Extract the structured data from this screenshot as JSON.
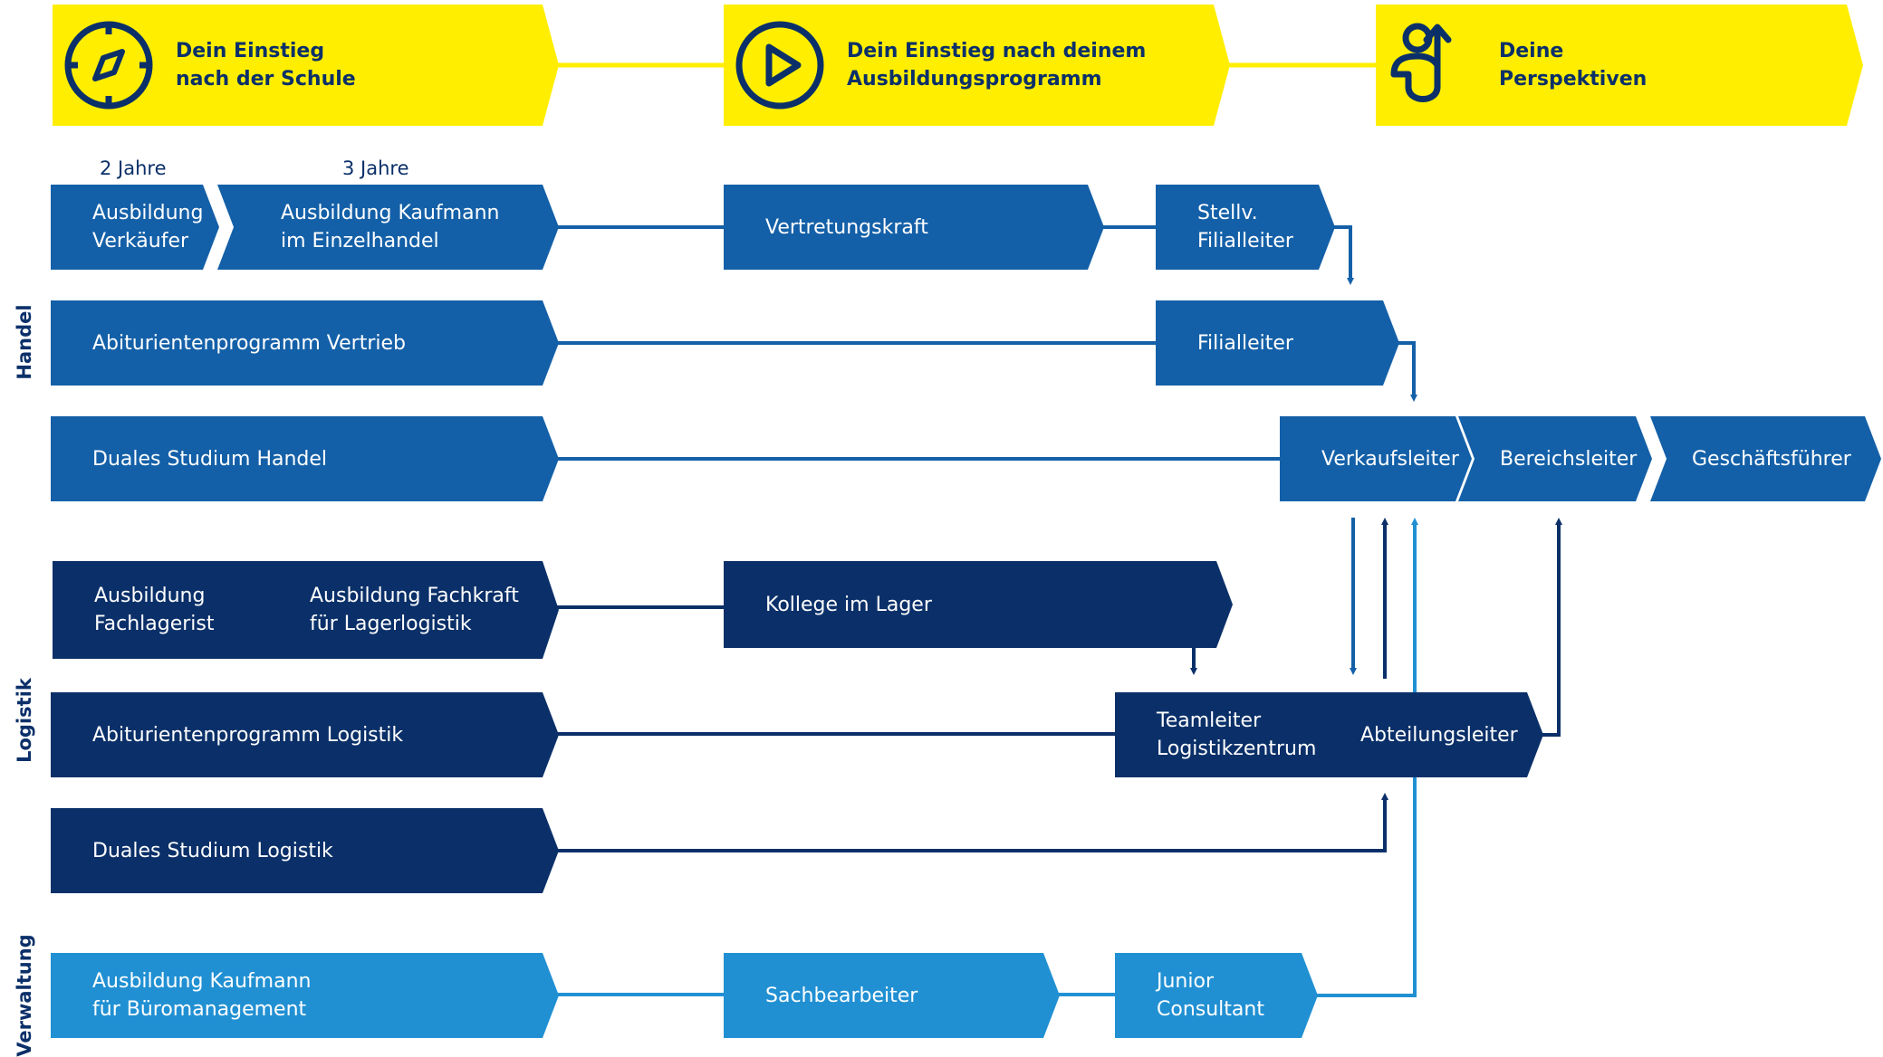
{
  "header": {
    "step1": "Dein Einstieg\nnach der Schule",
    "step2": "Dein Einstieg nach deinem\nAusbildungsprogramm",
    "step3": "Deine\nPerspektiven"
  },
  "durations": {
    "two_years": "2 Jahre",
    "three_years": "3 Jahre"
  },
  "sections": {
    "handel": "Handel",
    "logistik": "Logistik",
    "verwaltung": "Verwaltung"
  },
  "boxes": {
    "ausbildung_verkaeufer": "Ausbildung\nVerkäufer",
    "ausbildung_kaufmann_einzelhandel": "Ausbildung Kaufmann\nim Einzelhandel",
    "vertretungskraft": "Vertretungskraft",
    "stellv_filialleiter": "Stellv.\nFilialleiter",
    "abiturientenprogramm_vertrieb": "Abiturientenprogramm Vertrieb",
    "filialleiter": "Filialleiter",
    "duales_studium_handel": "Duales Studium Handel",
    "verkaufsleiter": "Verkaufsleiter",
    "bereichsleiter": "Bereichsleiter",
    "geschaeftsfuehrer": "Geschäftsführer",
    "ausbildung_fachlagerist": "Ausbildung\nFachlagerist",
    "ausbildung_fachkraft_lagerlogistik": "Ausbildung Fachkraft\nfür Lagerlogistik",
    "kollege_im_lager": "Kollege im Lager",
    "abiturientenprogramm_logistik": "Abiturientenprogramm Logistik",
    "teamleiter_logistikzentrum": "Teamleiter\nLogistikzentrum",
    "abteilungsleiter": "Abteilungsleiter",
    "duales_studium_logistik": "Duales Studium Logistik",
    "ausbildung_kaufmann_bueromanagement": "Ausbildung Kaufmann\nfür Büromanagement",
    "sachbearbeiter": "Sachbearbeiter",
    "junior_consultant": "Junior\nConsultant"
  },
  "icons": {
    "step1": "compass-icon",
    "step2": "play-icon",
    "step3": "person-arrow-up-icon"
  },
  "colors": {
    "header_yellow": "#ffee00",
    "handel": "#1460a8",
    "logistik": "#0b3069",
    "verwaltung": "#2190d3",
    "text_dark": "#0b3069"
  }
}
